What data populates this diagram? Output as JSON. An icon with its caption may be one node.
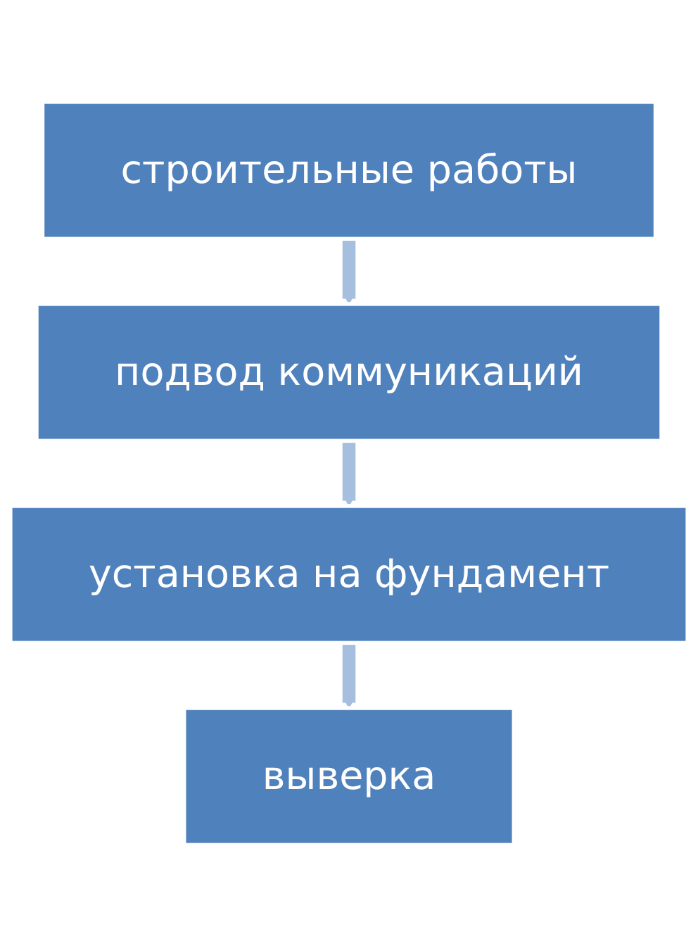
{
  "diagram": {
    "nodes": [
      {
        "text": [
          "строительные работы"
        ]
      },
      {
        "text": [
          "подвод коммуникаций"
        ]
      },
      {
        "text": [
          "установка на фундамент"
        ]
      },
      {
        "text": [
          "выверка"
        ]
      }
    ],
    "edges": [
      {
        "from": 0,
        "to": 1,
        "arrow": "to"
      },
      {
        "from": 1,
        "to": 2,
        "arrow": "to"
      },
      {
        "from": 2,
        "to": 3,
        "arrow": "to"
      }
    ]
  }
}
